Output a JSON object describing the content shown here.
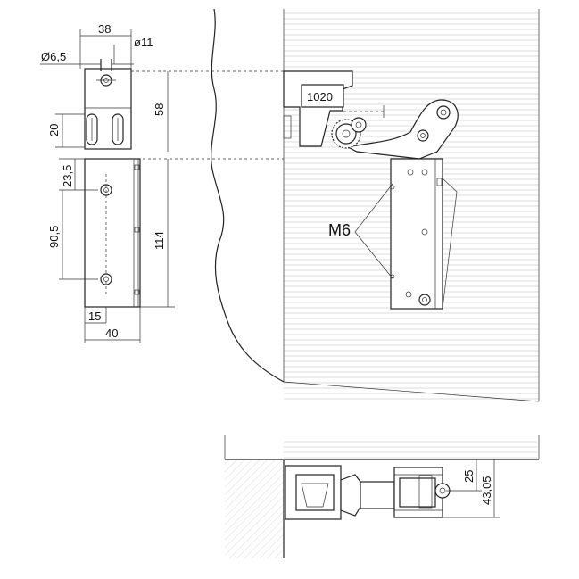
{
  "dimensions": {
    "width_38": "38",
    "dia_6_5": "Ø6,5",
    "dia_11": "ø11",
    "height_58": "58",
    "height_20": "20",
    "height_23_5": "23,5",
    "height_90_5": "90,5",
    "height_114": "114",
    "width_15": "15",
    "width_40": "40",
    "gap_1020": "1020",
    "thread_m6": "M6",
    "height_25": "25",
    "height_43_05": "43,05"
  },
  "colors": {
    "line": "#222222",
    "hatch": "#c8c8c8",
    "background": "#ffffff"
  }
}
